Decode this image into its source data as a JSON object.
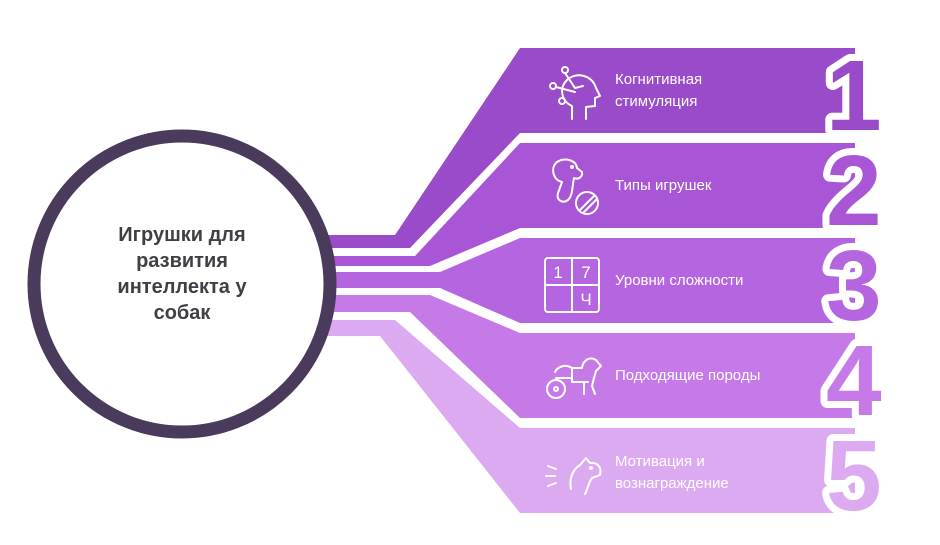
{
  "center": {
    "title_lines": [
      "Игрушки для",
      "развития",
      "интеллекта у",
      "собак"
    ]
  },
  "items": [
    {
      "number": "1",
      "label_lines": [
        "Когнитивная",
        "стимуляция"
      ],
      "icon": "brain-head-icon",
      "color": "#9a4bc9"
    },
    {
      "number": "2",
      "label_lines": [
        "Типы игрушек"
      ],
      "icon": "dog-ball-icon",
      "color": "#a956d6"
    },
    {
      "number": "3",
      "label_lines": [
        "Уровни сложности"
      ],
      "icon": "puzzle-grid-icon",
      "color": "#b565e0"
    },
    {
      "number": "4",
      "label_lines": [
        "Подходящие породы"
      ],
      "icon": "dog-wheelchair-icon",
      "color": "#c67ae8"
    },
    {
      "number": "5",
      "label_lines": [
        "Мотивация и",
        "вознаграждение"
      ],
      "icon": "happy-dog-icon",
      "color": "#dcaaf1"
    }
  ],
  "icon_texts": {
    "puzzle_cells": [
      "1",
      "7",
      "",
      "Ч"
    ]
  },
  "colors": {
    "ring": "#4a3a5c"
  }
}
